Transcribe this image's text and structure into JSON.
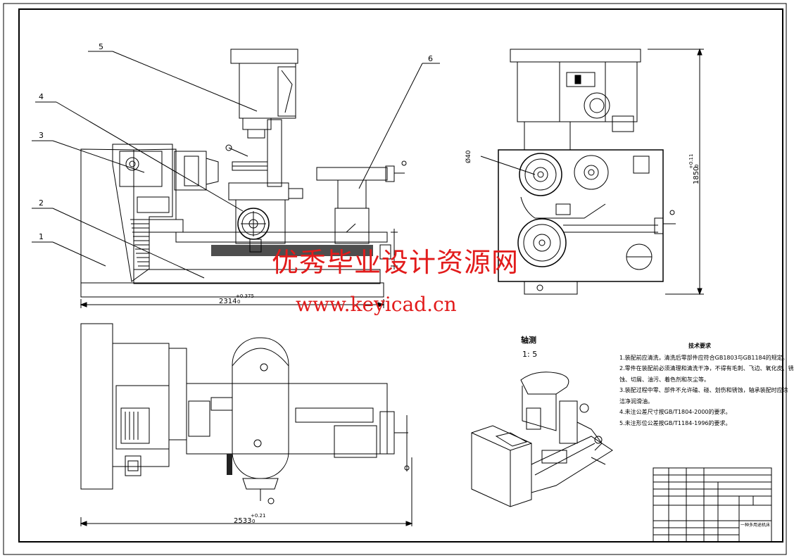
{
  "drawing": {
    "callouts": [
      "1",
      "2",
      "3",
      "4",
      "5",
      "6"
    ],
    "dimensions": {
      "front_width": "2314",
      "front_width_tol": "+0.375",
      "front_width_sub": "0",
      "height": "1850",
      "height_tol": "+0.11",
      "height_sub": "0",
      "top_width": "2533",
      "top_width_tol": "+0.21",
      "top_width_sub": "0",
      "hole_dia": "Ø40"
    },
    "iso_view": {
      "title": "轴测",
      "scale": "1: 5"
    },
    "notes": {
      "heading": "技术要求",
      "lines": [
        "1.装配前应清洗，清洗后零部件应符合GB1803与GB1184的规定。",
        "2.零件在装配前必须清理和清洗干净，不得有毛刺、飞边、氧化皮、锈",
        "  蚀、切屑、油污、着色剂和灰尘等。",
        "3.装配过程中零、部件不允许磕、碰、划伤和锈蚀，轴承装配时应涂",
        "  洁净润滑油。",
        "4.未注公差尺寸按GB/T1804-2000的要求。",
        "5.未注形位公差按GB/T1184-1996的要求。"
      ]
    },
    "title_block": {
      "part_name": "一种多用途机床"
    }
  },
  "watermark": {
    "cn": "优秀毕业设计资源网",
    "url": "www.keyicad.cn"
  },
  "colors": {
    "line": "#000000",
    "watermark": "#e21b1b"
  }
}
